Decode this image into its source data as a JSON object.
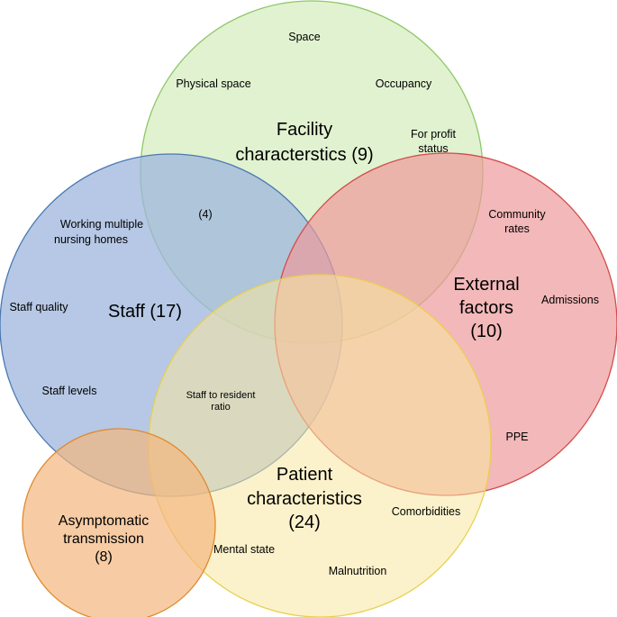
{
  "colors": {
    "facility_fill": "#d9efc4",
    "facility_stroke": "#8cc867",
    "staff_fill": "#9db6dc",
    "staff_stroke": "#4a78b3",
    "external_fill": "#ee9a9b",
    "external_stroke": "#d34b4b",
    "patient_fill": "#f8e8a0",
    "patient_stroke": "#e8d050",
    "asymptomatic_fill": "#f4b77e",
    "asymptomatic_stroke": "#e08a30",
    "asymptomatic_text": "#7a3f0e"
  },
  "circles": {
    "facility": {
      "title_line1": "Facility",
      "title_line2": "characterstics (9)"
    },
    "staff": {
      "title": "Staff (17)"
    },
    "external": {
      "title_line1": "External",
      "title_line2": "factors",
      "title_line3": "(10)"
    },
    "patient": {
      "title_line1": "Patient",
      "title_line2": "characteristics",
      "title_line3": "(24)"
    },
    "asymptomatic": {
      "title_line1": "Asymptomatic",
      "title_line2": "transmission",
      "title_line3": "(8)"
    }
  },
  "items": {
    "space": "Space",
    "physical_space": "Physical space",
    "occupancy": "Occupancy",
    "for_profit_line1": "For profit",
    "for_profit_line2": "status",
    "overlap_count": "(4)",
    "working_multiple_line1": "Working multiple",
    "working_multiple_line2": "nursing homes",
    "staff_quality": "Staff quality",
    "staff_levels": "Staff levels",
    "staff_ratio_line1": "Staff to resident",
    "staff_ratio_line2": "ratio",
    "community_rates_line1": "Community",
    "community_rates_line2": "rates",
    "admissions": "Admissions",
    "ppe": "PPE",
    "comorbidities": "Comorbidities",
    "mental_state": "Mental state",
    "malnutrition": "Malnutrition"
  }
}
